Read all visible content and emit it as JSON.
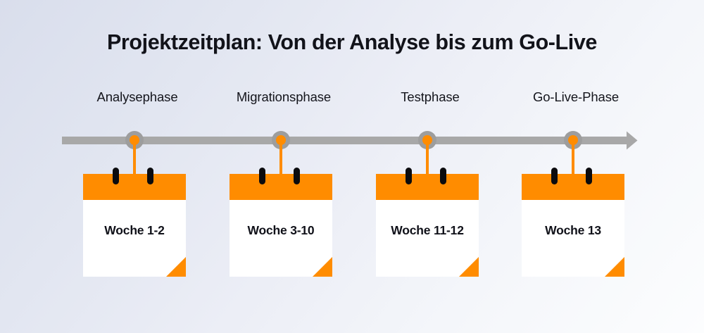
{
  "header": {
    "title": "Projektzeitplan: Von der Analyse bis zum Go-Live"
  },
  "timeline": {
    "axis_color": "#a8a8a8",
    "accent_color": "#ff8c00",
    "marker_ring_color": "#9d9d9d",
    "arrow_icon": "arrow-right-icon",
    "phases": [
      {
        "label": "Analysephase",
        "week": "Woche 1-2"
      },
      {
        "label": "Migrationsphase",
        "week": "Woche 3-10"
      },
      {
        "label": "Testphase",
        "week": "Woche 11-12"
      },
      {
        "label": "Go-Live-Phase",
        "week": "Woche 13"
      }
    ]
  }
}
